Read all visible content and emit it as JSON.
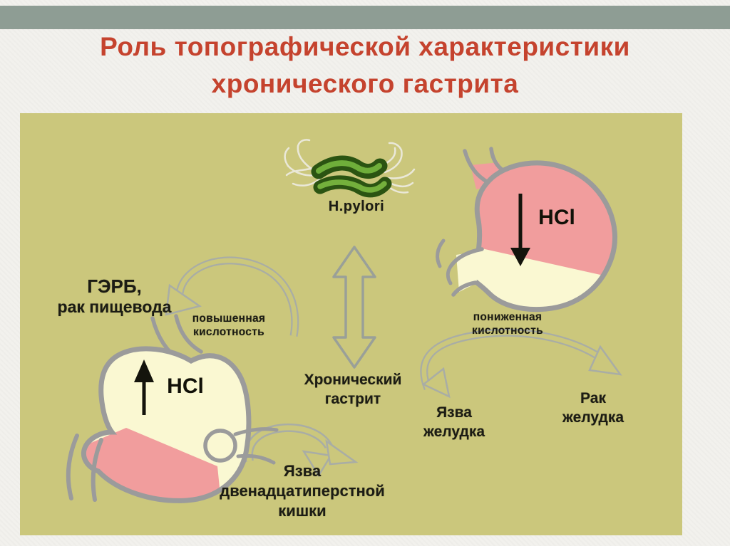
{
  "slide": {
    "title_line1": "Роль топографической характеристики",
    "title_line2": "хронического гастрита"
  },
  "colors": {
    "title_red": "#c5432e",
    "top_bar": "#8e9d94",
    "panel_olive": "#cbc77c",
    "stomach_pink": "#f19d9d",
    "stomach_yellow": "#faf8d2",
    "outline_gray": "#9b9b9b",
    "band_gray": "#a9ada5",
    "bacteria_green_dark": "#2b5412",
    "bacteria_green_light": "#6fae3a",
    "label_text": "#1c1c14"
  },
  "diagram": {
    "bacteria_label": "H.pylori",
    "center_label_line1": "Хронический",
    "center_label_line2": "гастрит",
    "gerb_line1": "ГЭРБ,",
    "gerb_line2": "рак пищевода",
    "high_acid_line1": "повышенная",
    "high_acid_line2": "кислотность",
    "low_acid_line1": "пониженная",
    "low_acid_line2": "кислотность",
    "gastric_ulcer_line1": "Язва",
    "gastric_ulcer_line2": "желудка",
    "gastric_cancer_line1": "Рак",
    "gastric_cancer_line2": "желудка",
    "duodenal_ulcer_line1": "Язва",
    "duodenal_ulcer_line2": "двенадцатиперстной",
    "duodenal_ulcer_line3": "кишки",
    "left_stomach_acid": "HCl",
    "right_stomach_acid": "HCl"
  }
}
